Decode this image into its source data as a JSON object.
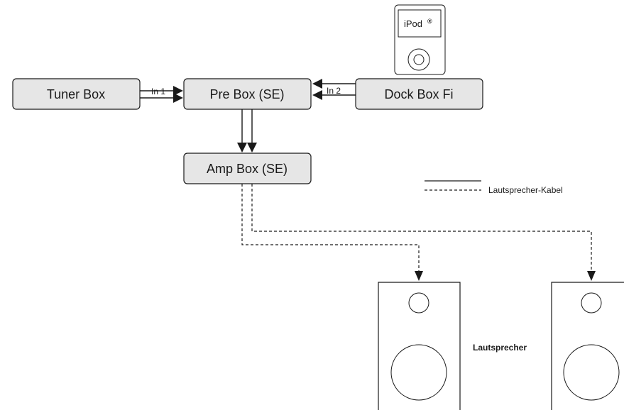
{
  "boxes": {
    "tuner": "Tuner Box",
    "pre": "Pre Box (SE)",
    "dock": "Dock Box Fi",
    "amp": "Amp Box (SE)"
  },
  "inputs": {
    "in1": "In 1",
    "in2": "In 2"
  },
  "ipod": {
    "label": "iPod",
    "mark": "®"
  },
  "legend": {
    "dashed_label": "Lautsprecher-Kabel"
  },
  "speakers": {
    "label": "Lautsprecher"
  },
  "colors": {
    "box_fill": "#e6e6e6",
    "stroke": "#1a1a1a"
  }
}
